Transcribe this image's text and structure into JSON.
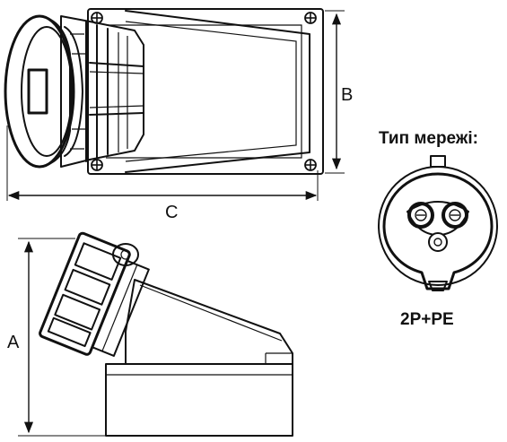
{
  "dimensions": {
    "a": "A",
    "b": "B",
    "c": "C"
  },
  "network_type_label": "Тип мережі:",
  "pin_configuration": "2P+PE",
  "colors": {
    "ink": "#111111",
    "background": "#ffffff"
  }
}
